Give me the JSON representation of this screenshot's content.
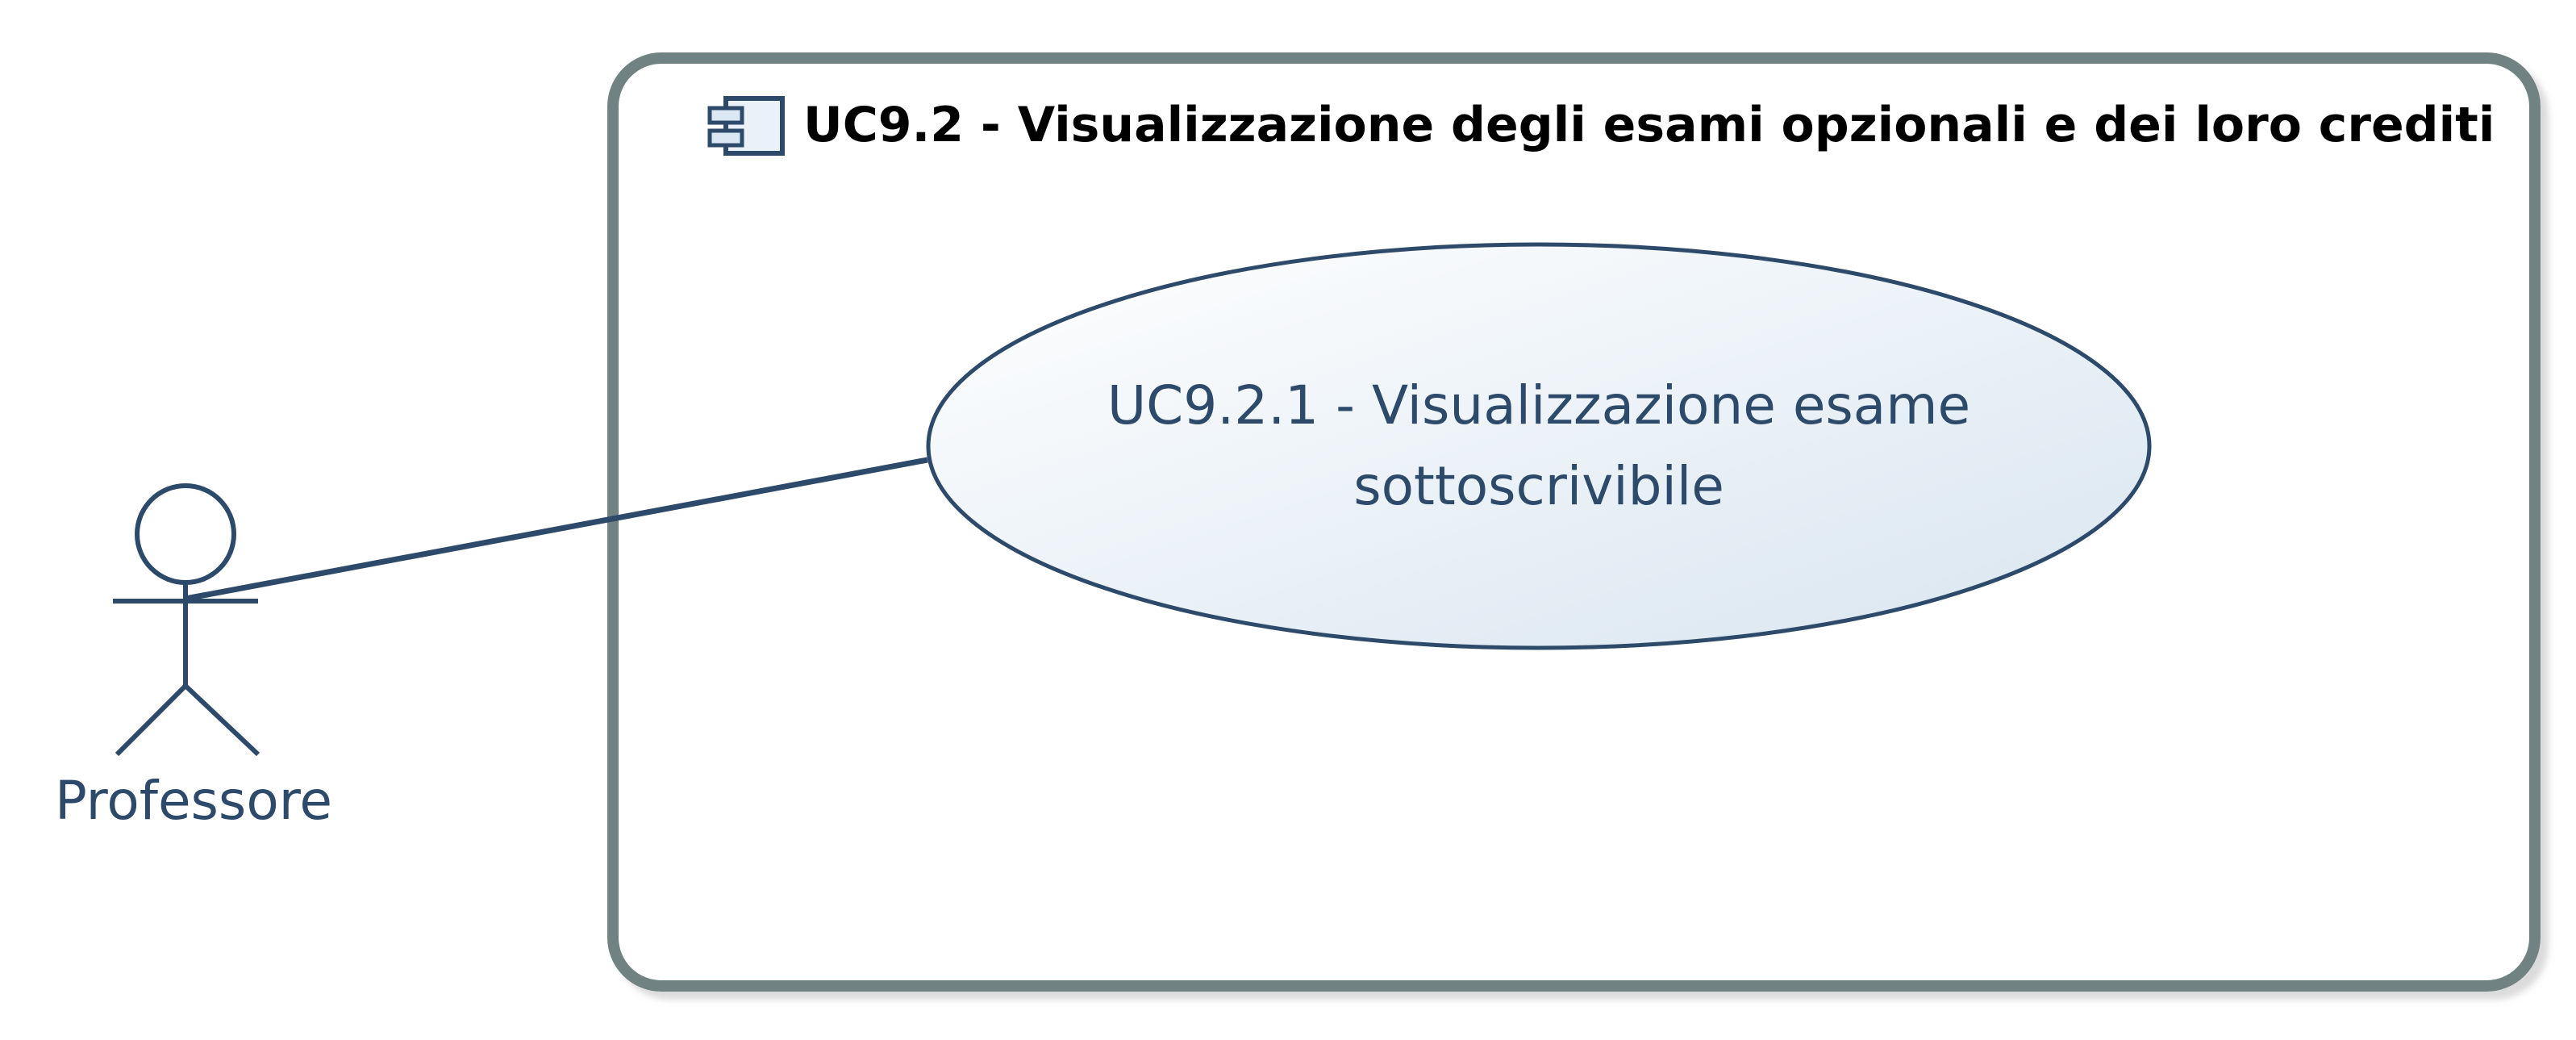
{
  "system": {
    "title": "UC9.2 - Visualizzazione degli esami opzionali e dei loro crediti",
    "icon": "component-icon"
  },
  "use_case": {
    "line1": "UC9.2.1 - Visualizzazione esame",
    "line2": "sottoscrivibile"
  },
  "actor": {
    "label": "Professore"
  },
  "colors": {
    "boundary": "#6f8282",
    "stroke": "#2d4a6b",
    "usecase_fill_light": "#ffffff",
    "usecase_fill_dark": "#dde8f2"
  }
}
